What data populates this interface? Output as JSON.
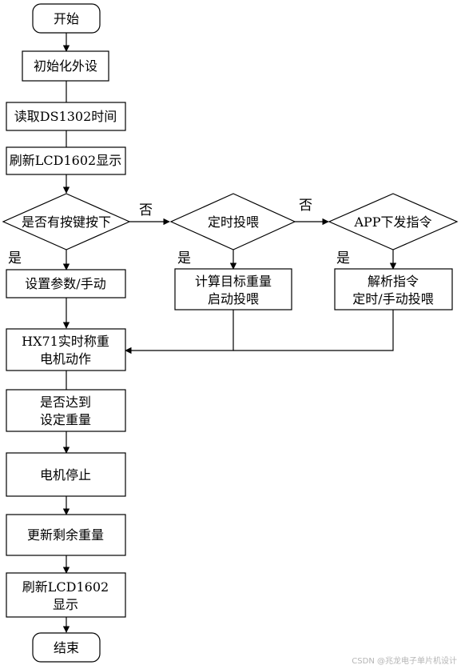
{
  "nodes": {
    "start": "开始",
    "init": "初始化外设",
    "read_time": "读取DS1302时间",
    "refresh_lcd": "刷新LCD1602显示",
    "button_check": "是否有按键按下",
    "set_params_line1": "设置参数/手动",
    "timer_check": "定时投喂",
    "calc_line1": "计算目标重量",
    "calc_line2": "启动投喂",
    "app_check": "APP下发指令",
    "parse_line1": "解析指令",
    "parse_line2": "定时/手动投喂",
    "weigh_line1": "HX71实时称重",
    "weigh_line2": "电机动作",
    "reached_line1": "是否达到",
    "reached_line2": "设定重量",
    "motor_stop": "电机停止",
    "update_remaining": "更新剩余重量",
    "refresh_lcd2_line1": "刷新LCD1602",
    "refresh_lcd2_line2": "显示",
    "end": "结束"
  },
  "labels": {
    "yes_1": "是",
    "no_1": "否",
    "yes_2": "是",
    "no_2": "否",
    "yes_3": "是"
  },
  "watermark": "CSDN @兆龙电子单片机设计"
}
